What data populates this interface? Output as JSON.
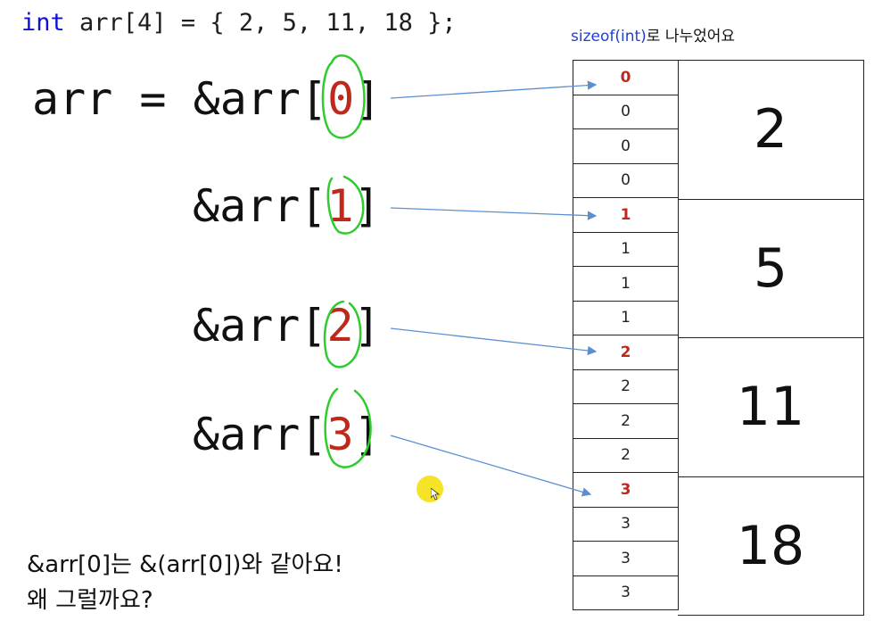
{
  "code_declaration": {
    "keyword": "int",
    "rest": " arr[4] = { 2, 5, 11, 18 };"
  },
  "expressions": [
    {
      "prefix": "arr = &arr[",
      "index": "0",
      "suffix": "]"
    },
    {
      "prefix": "&arr[",
      "index": "1",
      "suffix": "]"
    },
    {
      "prefix": "&arr[",
      "index": "2",
      "suffix": "]"
    },
    {
      "prefix": "&arr[",
      "index": "3",
      "suffix": "]"
    }
  ],
  "note": {
    "highlight_before": "sizeof(",
    "highlight_mid": "int",
    "highlight_after": ")",
    "text": "로 나누었어요"
  },
  "byte_cells": [
    "0",
    "0",
    "0",
    "0",
    "1",
    "1",
    "1",
    "1",
    "2",
    "2",
    "2",
    "2",
    "3",
    "3",
    "3",
    "3"
  ],
  "values": [
    "2",
    "5",
    "11",
    "18"
  ],
  "question": {
    "line1": "&arr[0]는 &(arr[0])와 같아요!",
    "line2": "왜 그럴까요?"
  },
  "colors": {
    "index_red": "#c0281c",
    "keyword_blue": "#1010d8",
    "arrow_blue": "#5b8fd0",
    "circle_green": "#2ecc2e",
    "cursor_yellow": "#f4e21c"
  }
}
